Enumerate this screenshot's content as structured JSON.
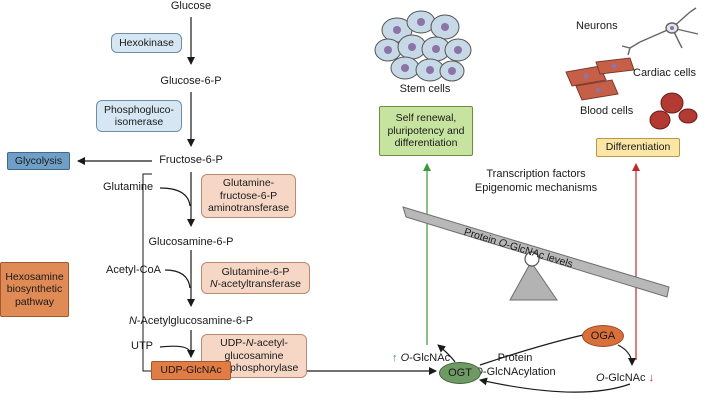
{
  "pathway": {
    "glucose": "Glucose",
    "hexokinase": "Hexokinase",
    "glucose6p": "Glucose-6-P",
    "phospho_1": "Phosphogluco-",
    "phospho_2": "isomerase",
    "glycolysis": "Glycolysis",
    "fructose6p": "Fructose-6-P",
    "glutamine": "Glutamine",
    "gfat_1": "Glutamine-",
    "gfat_2": "fructose-6-P",
    "gfat_3": "aminotransferase",
    "glucosamine6p": "Glucosamine-6-P",
    "acetylcoa": "Acetyl-CoA",
    "gna_1": "Glutamine-6-P",
    "gna_2": "N-acetyltransferase",
    "glcnac6p_prefix": "N",
    "glcnac6p_rest": "-Acetylglucosamine-6-P",
    "utp": "UTP",
    "uap_1a": "UDP-",
    "uap_1b": "N",
    "uap_1c": "-acetyl-",
    "uap_2": "glucosamine",
    "uap_3": "pyrophosphorylase",
    "udp_glcnac": "UDP-GlcNAc",
    "hbp_1": "Hexosamine",
    "hbp_2": "biosynthetic",
    "hbp_3": "pathway"
  },
  "right": {
    "stem_cells": "Stem cells",
    "neurons": "Neurons",
    "cardiac_cells": "Cardiac cells",
    "blood_cells": "Blood cells",
    "self_renewal_1": "Self renewal,",
    "self_renewal_2": "pluripotency and",
    "self_renewal_3": "differentiation",
    "differentiation": "Differentiation",
    "tf_1": "Transcription factors",
    "tf_2": "Epigenomic mechanisms",
    "balance_prefix": "Protein ",
    "balance_italic": "O",
    "balance_suffix": "-GlcNAc levels",
    "up_prefix": "O",
    "up_suffix": "-GlcNAc",
    "down_prefix": "O",
    "down_suffix": "-GlcNAc",
    "protein_1": "Protein",
    "protein_2_italic": "O",
    "protein_2_rest": "-GlcNAcylation",
    "ogt": "OGT",
    "oga": "OGA"
  },
  "colors": {
    "green_arrow": "#3a9a3a",
    "red_arrow": "#c0292b"
  }
}
